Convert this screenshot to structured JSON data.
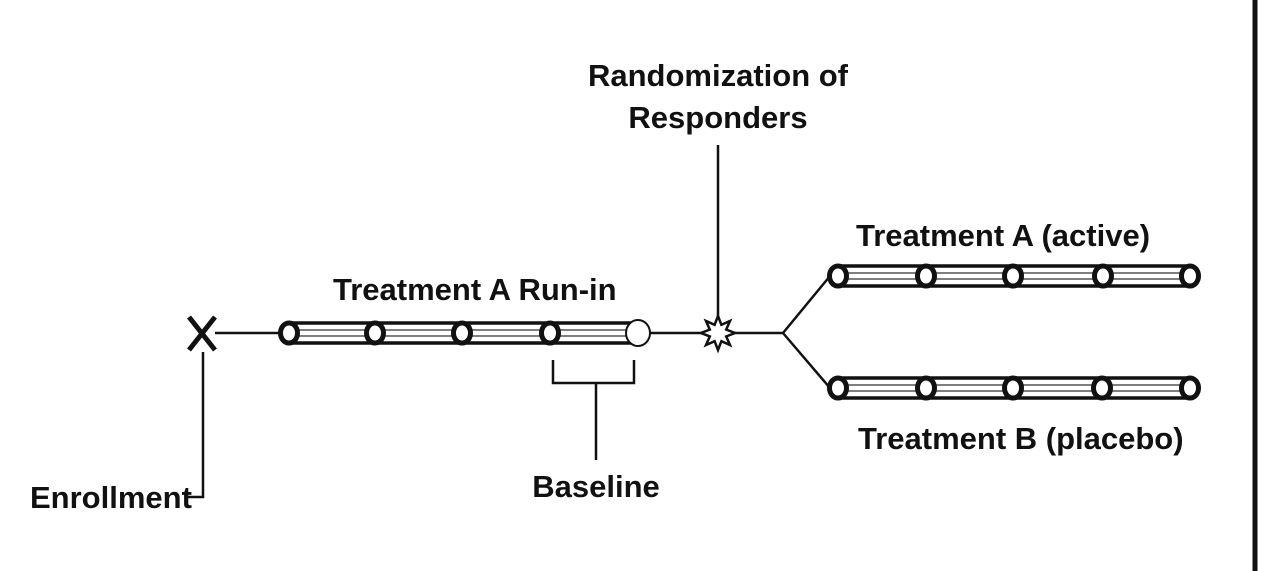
{
  "labels": {
    "randomization_line1": "Randomization of",
    "randomization_line2": "Responders",
    "treatment_a_active": "Treatment A (active)",
    "treatment_a_runin": "Treatment A Run-in",
    "treatment_b_placebo": "Treatment B (placebo)",
    "enrollment": "Enrollment",
    "baseline": "Baseline"
  }
}
